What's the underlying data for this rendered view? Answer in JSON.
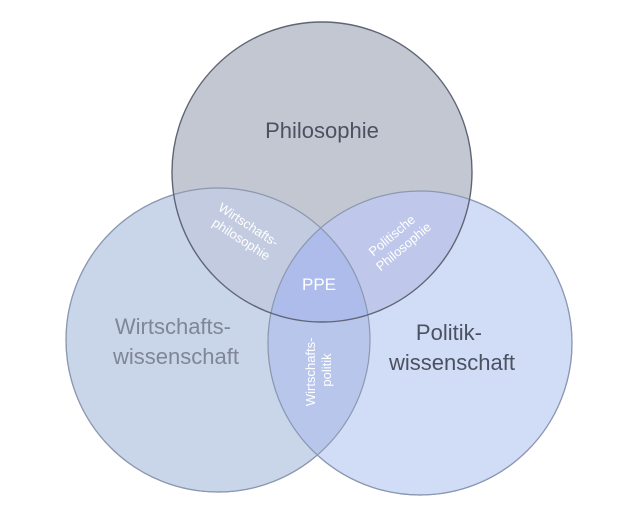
{
  "sets": {
    "philosophy": {
      "label": "Philosophie",
      "color": "#c3c7d2"
    },
    "economics": {
      "label_line1": "Wirtschafts-",
      "label_line2": "wissenschaft",
      "color": "#c9d6ea"
    },
    "politics": {
      "label_line1": "Politik-",
      "label_line2": "wissenschaft",
      "color": "#d1dcf6"
    }
  },
  "intersections": {
    "philosophy_economics": {
      "line1": "Wirtschafts-",
      "line2": "philosophie"
    },
    "philosophy_politics": {
      "line1": "Politische",
      "line2": "Philosophie"
    },
    "economics_politics": {
      "line1": "Wirtschafts-",
      "line2": "politik"
    },
    "center": {
      "label": "PPE"
    }
  },
  "colors": {
    "outline": "#6e7483",
    "text_dark": "#4b5160",
    "text_muted": "#7f8697",
    "text_light": "#ffffff"
  }
}
